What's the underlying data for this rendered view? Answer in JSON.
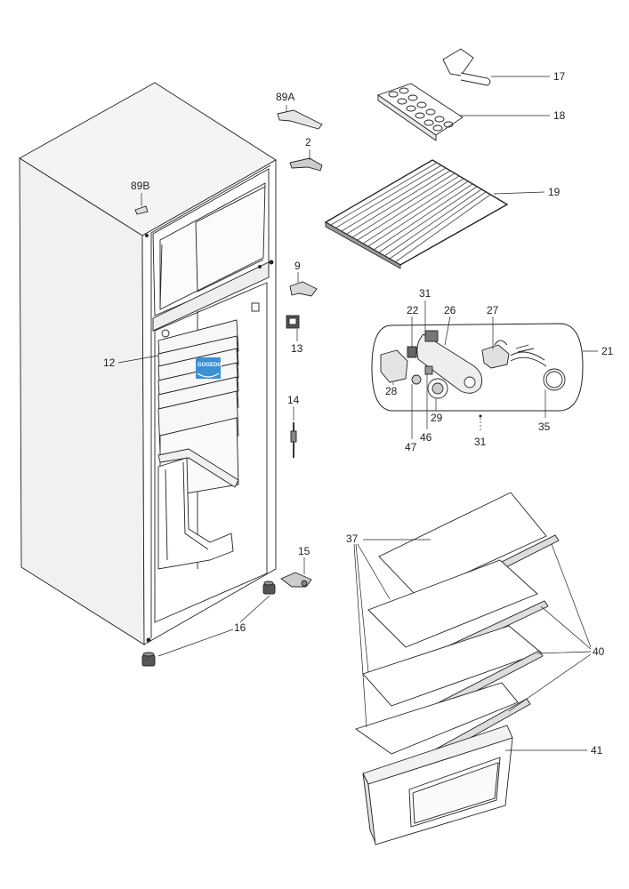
{
  "watermark": "GOGEDIS",
  "callouts": {
    "c17": "17",
    "c18": "18",
    "c89A": "89A",
    "c2": "2",
    "c19": "19",
    "c89B": "89B",
    "c9": "9",
    "c13": "13",
    "c12": "12",
    "c14": "14",
    "c15": "15",
    "c16": "16",
    "c21": "21",
    "c22": "22",
    "c26": "26",
    "c27": "27",
    "c31a": "31",
    "c31b": "31",
    "c28": "28",
    "c29": "29",
    "c46": "46",
    "c47": "47",
    "c35": "35",
    "c37": "37",
    "c40": "40",
    "c41": "41"
  }
}
